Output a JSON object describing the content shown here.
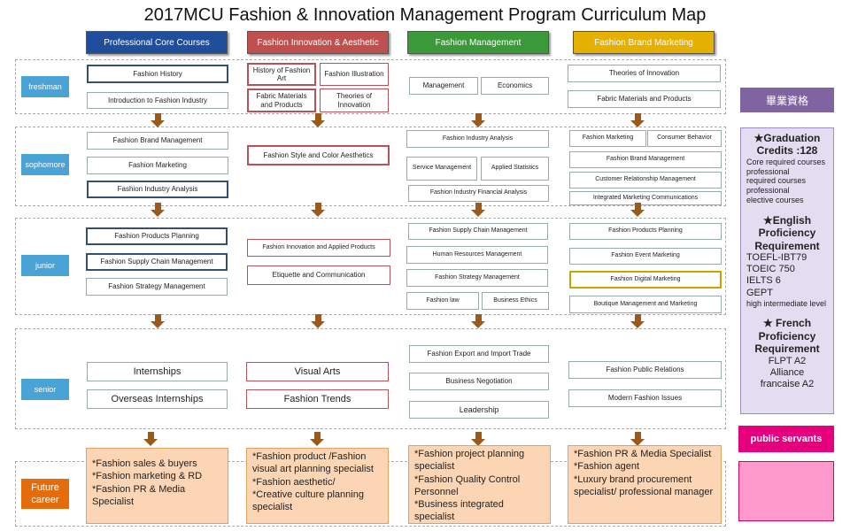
{
  "title": "2017MCU Fashion & Innovation Management Program Curriculum Map",
  "headers": [
    {
      "label": "Professional  Core Courses",
      "color": "#1f4e9c"
    },
    {
      "label": "Fashion Innovation  & Aesthetic",
      "color": "#c0504d"
    },
    {
      "label": "Fashion Management",
      "color": "#3a9a3a"
    },
    {
      "label": "Fashion Brand Marketing",
      "color": "#e5b000"
    }
  ],
  "years": [
    "freshman",
    "sophomore",
    "junior",
    "senior"
  ],
  "freshman": {
    "core": [
      "Fashion History",
      "Introduction to Fashion Industry"
    ],
    "innov": [
      "History of Fashion Art",
      "Fashion Illustration",
      "Fabric Materials and Products",
      "Theories of Innovation"
    ],
    "mgmt": [
      "Management",
      "Economics"
    ],
    "brand": [
      "Theories of Innovation",
      "Fabric Materials and Products"
    ]
  },
  "sophomore": {
    "core": [
      "Fashion Brand Management",
      "Fashion Marketing",
      "Fashion Industry Analysis"
    ],
    "innov": [
      "Fashion Style and Color Aesthetics"
    ],
    "mgmt": [
      "Fashion Industry Analysis",
      "Service Management",
      "Applied  Statistics",
      "Fashion Industry Financial Analysis"
    ],
    "brand": [
      "Fashion Marketing",
      "Consumer  Behavior",
      "Fashion Brand Management",
      "Customer Relationship Management",
      "Integrated Marketing Communications"
    ]
  },
  "junior": {
    "core": [
      "Fashion Products Planning",
      "Fashion Supply Chain Management",
      "Fashion Strategy Management"
    ],
    "innov": [
      "Fashion Innovation and Applied Products",
      "Etiquette  and  Communication"
    ],
    "mgmt": [
      "Fashion Supply Chain Management",
      "Human Resources Management",
      "Fashion Strategy Management",
      "Fashion law",
      "Business Ethics"
    ],
    "brand": [
      "Fashion Products Planning",
      "Fashion Event Marketing",
      "Fashion Digital Marketing",
      "Boutique Management and Marketing"
    ]
  },
  "senior": {
    "core": [
      "Internships",
      "Overseas Internships"
    ],
    "innov": [
      "Visual Arts",
      "Fashion Trends"
    ],
    "mgmt": [
      "Fashion Export and Import Trade",
      "Business Negotiation",
      "Leadership"
    ],
    "brand": [
      "Fashion Public Relations",
      "Modern Fashion Issues"
    ]
  },
  "future_label": [
    "Future",
    "career"
  ],
  "careers": {
    "core": [
      "*Fashion sales & buyers",
      "*Fashion marketing & RD",
      "*Fashion PR &  Media Specialist"
    ],
    "innov": [
      "*Fashion product /Fashion visual art planning specialist",
      "*Fashion aesthetic/",
      "*Creative culture planning specialist"
    ],
    "mgmt": [
      "*Fashion project planning specialist",
      "*Fashion Quality Control Personnel",
      "*Business integrated specialist"
    ],
    "brand": [
      "*Fashion PR &  Media Specialist",
      "*Fashion agent",
      "*Luxury brand procurement specialist/ professional manager"
    ]
  },
  "side": {
    "graduation_title": "畢業資格",
    "grad_credits": "★Graduation Credits :128",
    "grad_lines": [
      "Core required courses",
      "professional",
      "required  courses",
      "professional",
      "elective  courses"
    ],
    "english_title": "★English Proficiency Requirement",
    "english_lines": [
      "TOEFL-IBT79",
      "TOEIC 750",
      "IELTS 6",
      "GEPT"
    ],
    "english_note": "high intermediate level",
    "french_title": "★ French Proficiency Requirement",
    "french_lines": [
      "FLPT A2",
      "Alliance",
      "francaise A2"
    ],
    "public": "public servants"
  },
  "colors": {
    "year": "#4aa3d6",
    "arrow": "#9b5a1a",
    "future": "#e46c0a",
    "purple": "#8064a2",
    "pink": "#ff99cc"
  }
}
